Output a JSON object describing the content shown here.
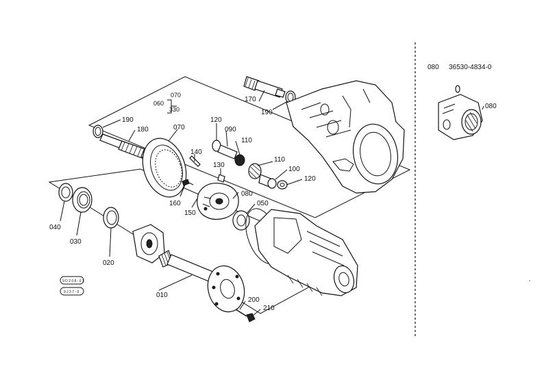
{
  "header": {
    "ref_code": "080",
    "part_number": "36530-4834-0"
  },
  "callouts": {
    "c070a": "070",
    "c060": "060",
    "c330": "330",
    "c190a": "190",
    "c180": "180",
    "c070b": "070",
    "c170": "170",
    "c190b": "190",
    "c120a": "120",
    "c090": "090",
    "c110a": "110",
    "c140": "140",
    "c130": "130",
    "c110b": "110",
    "c100": "100",
    "c120b": "120",
    "c160": "160",
    "c150": "150",
    "c080a": "080",
    "c050": "050",
    "c040": "040",
    "c030": "030",
    "c020": "020",
    "c010": "010",
    "c200": "200",
    "c210": "210",
    "c080b": "080"
  },
  "stamp": {
    "line1": "9 D 2 0 8 - 0 1",
    "line2": "9 J 3 7 - 0"
  }
}
